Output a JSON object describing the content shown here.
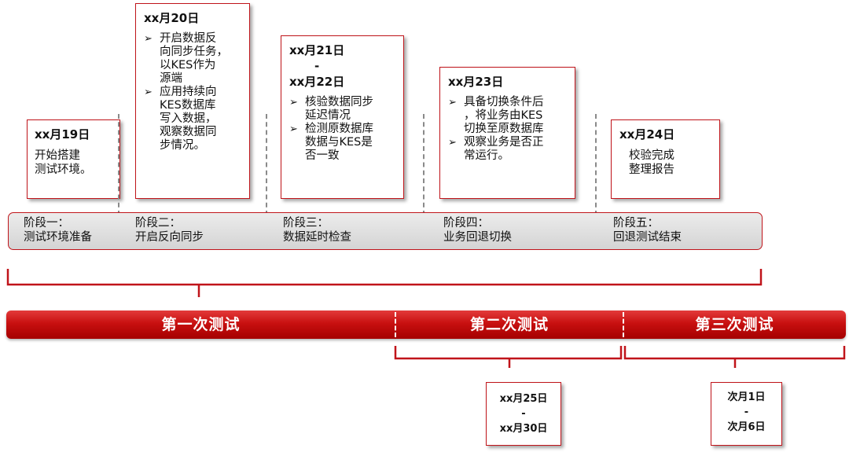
{
  "callouts": [
    {
      "date": "xx月19日",
      "text": [
        "开始搭建",
        "测试环境。"
      ]
    },
    {
      "date": "xx月20日",
      "bullets": [
        [
          "开启数据反",
          "向同步任务，",
          "以KES作为",
          "源端"
        ],
        [
          "应用持续向",
          "KES数据库",
          "写入数据，",
          "观察数据同",
          "步情况。"
        ]
      ]
    },
    {
      "date_lines": [
        "xx月21日",
        "-",
        "xx月22日"
      ],
      "bullets": [
        [
          "核验数据同步",
          "延迟情况"
        ],
        [
          "检测原数据库",
          "数据与KES是",
          "否一致"
        ]
      ]
    },
    {
      "date": "xx月23日",
      "bullets": [
        [
          "具备切换条件后",
          "，将业务由KES",
          "切换至原数据库"
        ],
        [
          "观察业务是否正",
          "常运行。"
        ]
      ]
    },
    {
      "date": "xx月24日",
      "text": [
        "校验完成",
        "整理报告"
      ]
    }
  ],
  "phases": [
    {
      "title": "阶段一：",
      "desc": "测试环境准备"
    },
    {
      "title": "阶段二：",
      "desc": "开启反向同步"
    },
    {
      "title": "阶段三：",
      "desc": "数据延时检查"
    },
    {
      "title": "阶段四：",
      "desc": "业务回退切换"
    },
    {
      "title": "阶段五：",
      "desc": "回退测试结束"
    }
  ],
  "tests": [
    "第一次测试",
    "第二次测试",
    "第三次测试"
  ],
  "test_dates": [
    {
      "lines": [
        "xx月25日",
        "-",
        "xx月30日"
      ]
    },
    {
      "lines": [
        "次月1日",
        "-",
        "次月6日"
      ]
    }
  ],
  "colors": {
    "accent": "#c0141a",
    "bar": "#c81010",
    "band": "#dcdcdc"
  }
}
